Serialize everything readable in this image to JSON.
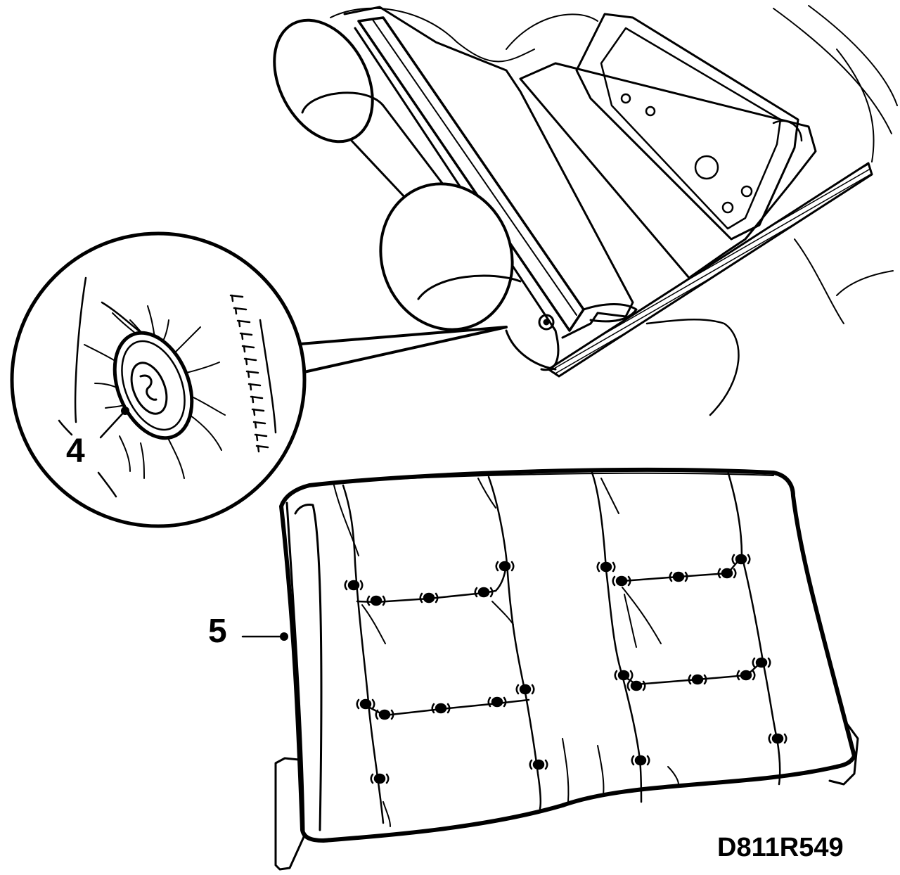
{
  "figure": {
    "code": "D811R549",
    "callouts": [
      {
        "id": "4",
        "text": "4"
      },
      {
        "id": "5",
        "text": "5"
      }
    ]
  },
  "colors": {
    "ink": "#000000",
    "paper": "#ffffff"
  }
}
